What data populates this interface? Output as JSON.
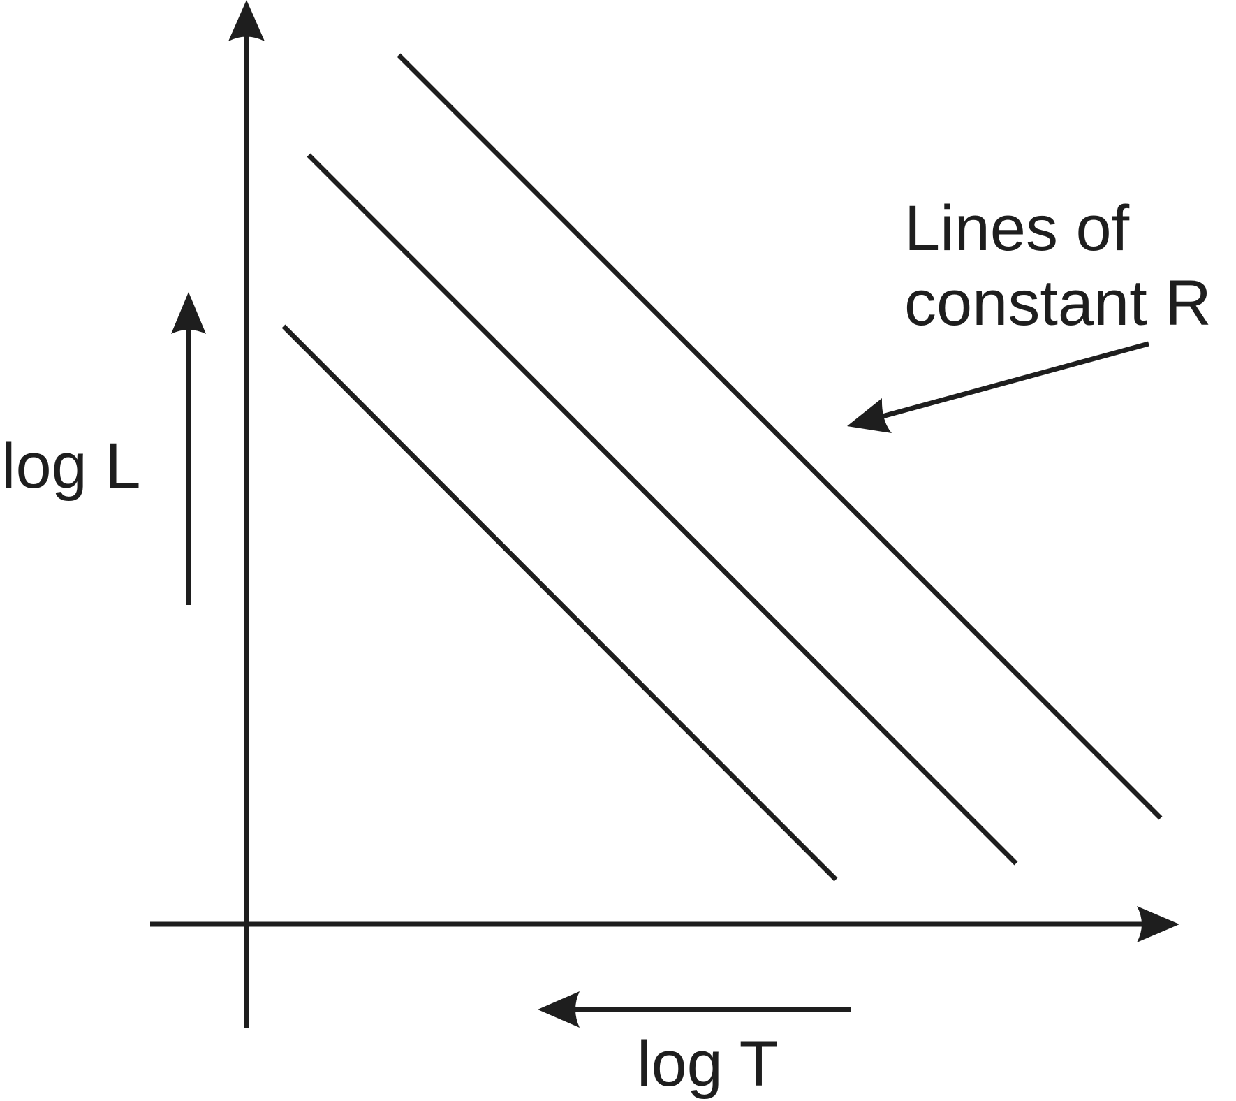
{
  "diagram": {
    "y_axis_label": "log L",
    "x_axis_label": "log T",
    "annotation": [
      "Lines of",
      "constant R"
    ],
    "stroke_color": "#1e1e1e",
    "background": "#ffffff",
    "constant_r_line_count": 3
  }
}
